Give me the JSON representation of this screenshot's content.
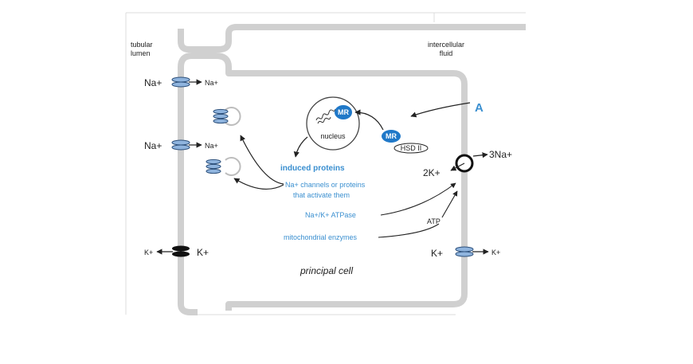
{
  "labels": {
    "tubular_lumen_line1": "tubular",
    "tubular_lumen_line2": "lumen",
    "intercellular_line1": "intercellular",
    "intercellular_line2": "fluid",
    "na_left_top_outer": "Na+",
    "na_left_top_inner": "Na+",
    "na_left_mid_outer": "Na+",
    "na_left_mid_inner": "Na+",
    "k_left_outer": "K+",
    "k_left_inner": "K+",
    "mr_nucleus": "MR",
    "nucleus": "nucleus",
    "mr_cyto": "MR",
    "hsd": "HSD II",
    "aldosterone": "A",
    "induced_proteins": "induced proteins",
    "na_channels_line1": "Na+ channels or proteins",
    "na_channels_line2": "that activate them",
    "atpase": "Na+/K+ ATPase",
    "mito": "mitochondrial enzymes",
    "atp": "ATP",
    "twok": "2K+",
    "threena": "3Na+",
    "k_right_inner": "K+",
    "k_right_outer": "K+",
    "principal_cell": "principal cell"
  },
  "colors": {
    "membrane": "#d0d0d0",
    "accent_blue": "#3a8fd0",
    "dark_blue": "#1f78c8",
    "channel_blue": "#8fb4de",
    "text": "#222222"
  },
  "icons": {
    "na_channel": "oval-stack-icon",
    "k_channel": "black-oval-icon",
    "pump": "ring-icon",
    "vesicle": "open-circle-icon",
    "dna": "coil-icon"
  }
}
